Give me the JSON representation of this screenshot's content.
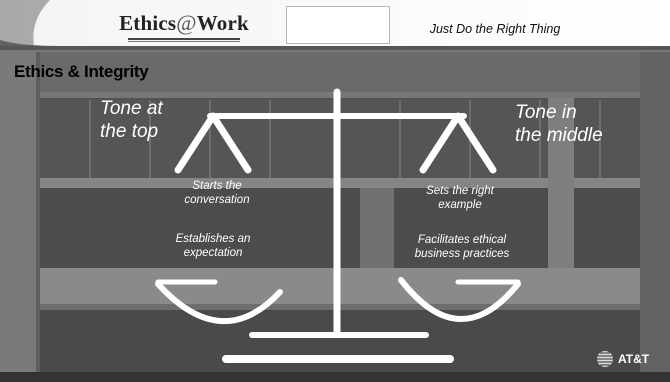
{
  "header": {
    "logo": {
      "left": "Ethics",
      "at": "@",
      "right": "Work"
    },
    "tagline": "Just Do the Right Thing"
  },
  "slide": {
    "title": "Ethics & Integrity",
    "left": {
      "heading_line1": "Tone at",
      "heading_line2": "the top",
      "item1_line1": "Starts the",
      "item1_line2": "conversation",
      "item2_line1": "Establishes an",
      "item2_line2": "expectation"
    },
    "right": {
      "heading_line1": "Tone in",
      "heading_line2": "the middle",
      "item1_line1": "Sets the right",
      "item1_line2": "example",
      "item2_line1": "Facilitates ethical",
      "item2_line2": "business practices"
    }
  },
  "footer": {
    "brand": "AT&T",
    "brand_icon": "globe-logo-icon"
  }
}
